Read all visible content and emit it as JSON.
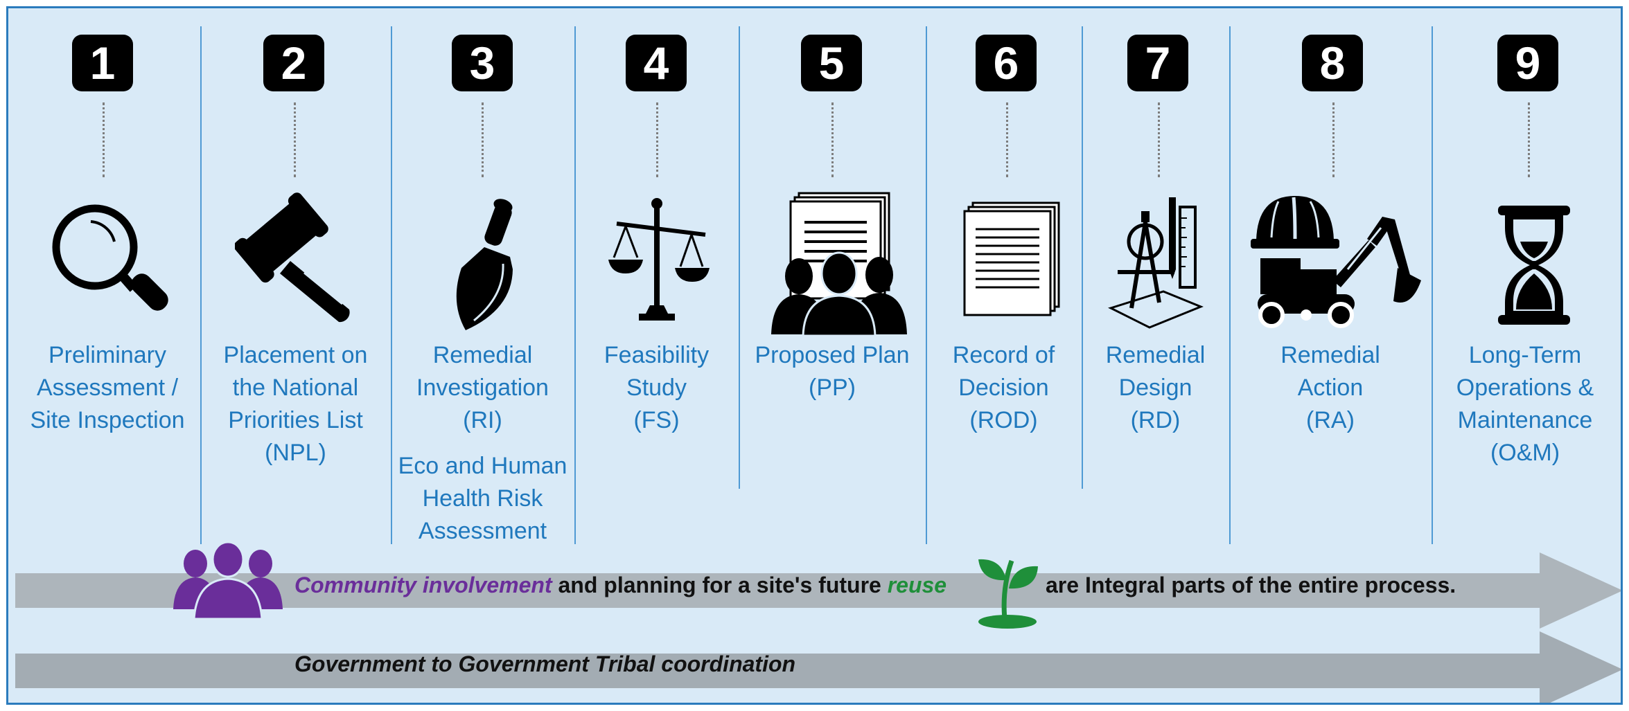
{
  "steps": [
    {
      "number": "1",
      "lines": [
        "Preliminary",
        "Assessment /",
        "Site Inspection"
      ],
      "icon": "magnifying-glass-icon"
    },
    {
      "number": "2",
      "lines": [
        "Placement on",
        "the National",
        "Priorities List",
        "(NPL)"
      ],
      "icon": "gavel-icon"
    },
    {
      "number": "3",
      "lines": [
        "Remedial",
        "Investigation",
        "(RI)"
      ],
      "extra_lines": [
        "Eco and Human",
        "Health Risk",
        "Assessment"
      ],
      "icon": "trowel-icon"
    },
    {
      "number": "4",
      "lines": [
        "Feasibility",
        "Study",
        "(FS)"
      ],
      "icon": "scales-icon"
    },
    {
      "number": "5",
      "lines": [
        "Proposed Plan",
        "(PP)"
      ],
      "icon": "people-document-icon"
    },
    {
      "number": "6",
      "lines": [
        "Record of",
        "Decision",
        "(ROD)"
      ],
      "icon": "document-stack-icon"
    },
    {
      "number": "7",
      "lines": [
        "Remedial",
        "Design",
        "(RD)"
      ],
      "icon": "drafting-tools-icon"
    },
    {
      "number": "8",
      "lines": [
        "Remedial",
        "Action",
        "(RA)"
      ],
      "icon": "excavator-hardhat-icon"
    },
    {
      "number": "9",
      "lines": [
        "Long-Term",
        "Operations &",
        "Maintenance",
        "(O&M)"
      ],
      "icon": "hourglass-icon"
    }
  ],
  "band1": {
    "community": "Community involvement",
    "middle": "and planning for a site's future",
    "reuse": "reuse",
    "end": "are Integral parts of the entire process.",
    "icons": [
      "community-people-icon",
      "sprout-icon"
    ]
  },
  "band2": {
    "text": "Government to Government Tribal coordination"
  },
  "colors": {
    "background": "#d9eaf7",
    "border": "#2b7bbd",
    "label": "#1f78bd",
    "arrow": "#adb5bb",
    "arrow2": "#a3acb3",
    "purple": "#6a2e9a",
    "green": "#1f8f3a"
  }
}
